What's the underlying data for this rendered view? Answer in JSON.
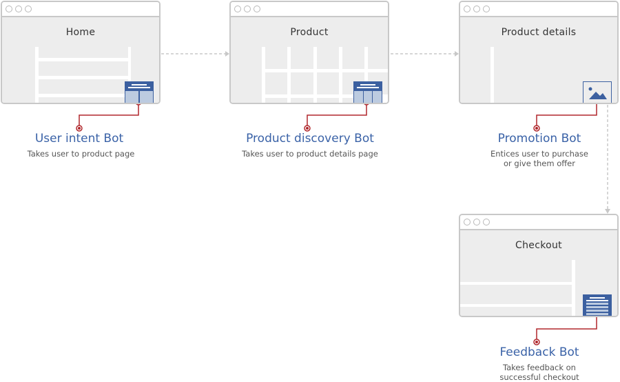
{
  "screens": [
    {
      "id": "home",
      "header": "Home"
    },
    {
      "id": "product",
      "header": "Product"
    },
    {
      "id": "product-details",
      "header": "Product details"
    },
    {
      "id": "checkout",
      "header": "Checkout"
    }
  ],
  "bots": [
    {
      "name": "User intent Bot",
      "description": "Takes user to product page",
      "widget_icon": "chat-widget-icon"
    },
    {
      "name": "Product discovery Bot",
      "description": "Takes user to product details page",
      "widget_icon": "chat-widget-icon"
    },
    {
      "name": "Promotion Bot",
      "description_lines": [
        "Entices user to purchase",
        "or give them offer"
      ],
      "widget_icon": "image-icon"
    },
    {
      "name": "Feedback Bot",
      "description_lines": [
        "Takes feedback on",
        "successful checkout"
      ],
      "widget_icon": "form-icon"
    }
  ],
  "colors": {
    "accent": "#3a62a7",
    "connector": "#b0262b",
    "frame": "#c8c8c8",
    "panel": "#ededed",
    "arrow": "#c8c8c8"
  }
}
